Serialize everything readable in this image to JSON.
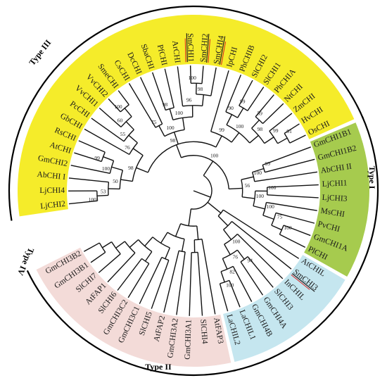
{
  "colors": {
    "type_i": "#f5ec2a",
    "type_ii": "#a6cb4e",
    "type_iii": "#f3dbd8",
    "type_iv": "#c5e6ef",
    "highlight": "#d62020"
  },
  "types": [
    {
      "key": "type_i",
      "label": "Type I"
    },
    {
      "key": "type_ii",
      "label": "Type II"
    },
    {
      "key": "type_iii",
      "label": "Type III"
    },
    {
      "key": "type_iv",
      "label": "Type IV"
    }
  ],
  "leaves": [
    {
      "label": "LjCHI2",
      "type": "type_i",
      "highlight": false
    },
    {
      "label": "LjCHI4",
      "type": "type_i",
      "highlight": false
    },
    {
      "label": "AbCHI I",
      "type": "type_i",
      "highlight": false
    },
    {
      "label": "GmCHI2",
      "type": "type_i",
      "highlight": false
    },
    {
      "label": "AtCHI",
      "type": "type_i",
      "highlight": false
    },
    {
      "label": "RsCHI",
      "type": "type_i",
      "highlight": false
    },
    {
      "label": "GbCHI",
      "type": "type_i",
      "highlight": false
    },
    {
      "label": "PcCHI",
      "type": "type_i",
      "highlight": false
    },
    {
      "label": "VvCHI1",
      "type": "type_i",
      "highlight": false
    },
    {
      "label": "VvCHI2",
      "type": "type_i",
      "highlight": false
    },
    {
      "label": "SmeCHI",
      "type": "type_i",
      "highlight": false
    },
    {
      "label": "CsCHI",
      "type": "type_i",
      "highlight": false
    },
    {
      "label": "DcCHI",
      "type": "type_i",
      "highlight": false
    },
    {
      "label": "SbaCHI",
      "type": "type_i",
      "highlight": false
    },
    {
      "label": "PfCHI",
      "type": "type_i",
      "highlight": false
    },
    {
      "label": "ArCHI",
      "type": "type_i",
      "highlight": false
    },
    {
      "label": "SmCHI1",
      "type": "type_i",
      "highlight": true
    },
    {
      "label": "SmCHI2",
      "type": "type_i",
      "highlight": true
    },
    {
      "label": "SmCHI4",
      "type": "type_i",
      "highlight": true
    },
    {
      "label": "IpCHI",
      "type": "type_i",
      "highlight": false
    },
    {
      "label": "PhCHIB",
      "type": "type_i",
      "highlight": false
    },
    {
      "label": "SlCHI2",
      "type": "type_i",
      "highlight": false
    },
    {
      "label": "SlCHI1",
      "type": "type_i",
      "highlight": false
    },
    {
      "label": "PhCHIA",
      "type": "type_i",
      "highlight": false
    },
    {
      "label": "NtCHI",
      "type": "type_i",
      "highlight": false
    },
    {
      "label": "ZmCHI",
      "type": "type_i",
      "highlight": false
    },
    {
      "label": "HvCHI",
      "type": "type_i",
      "highlight": false
    },
    {
      "label": "OsCHI",
      "type": "type_i",
      "highlight": false
    },
    {
      "label": "GmCHI1B1",
      "type": "type_ii",
      "highlight": false
    },
    {
      "label": "GmCHI1B2",
      "type": "type_ii",
      "highlight": false
    },
    {
      "label": "AbCHI II",
      "type": "type_ii",
      "highlight": false
    },
    {
      "label": "LjCHI1",
      "type": "type_ii",
      "highlight": false
    },
    {
      "label": "LjCHI3",
      "type": "type_ii",
      "highlight": false
    },
    {
      "label": "MsCHI",
      "type": "type_ii",
      "highlight": false
    },
    {
      "label": "PvCHI",
      "type": "type_ii",
      "highlight": false
    },
    {
      "label": "GmCHI1A",
      "type": "type_ii",
      "highlight": false
    },
    {
      "label": "PlCHI",
      "type": "type_ii",
      "highlight": false
    },
    {
      "label": "AtCHIL",
      "type": "type_iv",
      "highlight": false
    },
    {
      "label": "SmCHI3",
      "type": "type_iv",
      "highlight": true
    },
    {
      "label": "InCHIL",
      "type": "type_iv",
      "highlight": false
    },
    {
      "label": "SlCHI3",
      "type": "type_iv",
      "highlight": false
    },
    {
      "label": "GmCHI4A",
      "type": "type_iv",
      "highlight": false
    },
    {
      "label": "GmCHI4B",
      "type": "type_iv",
      "highlight": false
    },
    {
      "label": "LaCHIL1",
      "type": "type_iv",
      "highlight": false
    },
    {
      "label": "LaCHIL2",
      "type": "type_iv",
      "highlight": false
    },
    {
      "label": "AtFAP3",
      "type": "type_iii",
      "highlight": false
    },
    {
      "label": "SlCHI4",
      "type": "type_iii",
      "highlight": false
    },
    {
      "label": "GmCHI3A1",
      "type": "type_iii",
      "highlight": false
    },
    {
      "label": "GmCHI3A2",
      "type": "type_iii",
      "highlight": false
    },
    {
      "label": "AtFAP2",
      "type": "type_iii",
      "highlight": false
    },
    {
      "label": "SlCHI5",
      "type": "type_iii",
      "highlight": false
    },
    {
      "label": "GmCHI3C1",
      "type": "type_iii",
      "highlight": false
    },
    {
      "label": "GmCHI3C2",
      "type": "type_iii",
      "highlight": false
    },
    {
      "label": "SlCHI6",
      "type": "type_iii",
      "highlight": false
    },
    {
      "label": "AtFAP1",
      "type": "type_iii",
      "highlight": false
    },
    {
      "label": "SlCHI7",
      "type": "type_iii",
      "highlight": false
    },
    {
      "label": "GmCHI3B1",
      "type": "type_iii",
      "highlight": false
    },
    {
      "label": "GmCHI3B2",
      "type": "type_iii",
      "highlight": false
    }
  ],
  "bootstrap": [
    "100",
    "53",
    "99",
    "100",
    "50",
    "100",
    "60",
    "55",
    "76",
    "98",
    "75",
    "98",
    "100",
    "98",
    "96",
    "100",
    "100",
    "99",
    "90",
    "59",
    "91",
    "99",
    "98",
    "100",
    "99",
    "98",
    "99",
    "100",
    "100",
    "100",
    "75",
    "100",
    "100",
    "56",
    "100",
    "94",
    "100",
    "82",
    "76",
    "100"
  ]
}
